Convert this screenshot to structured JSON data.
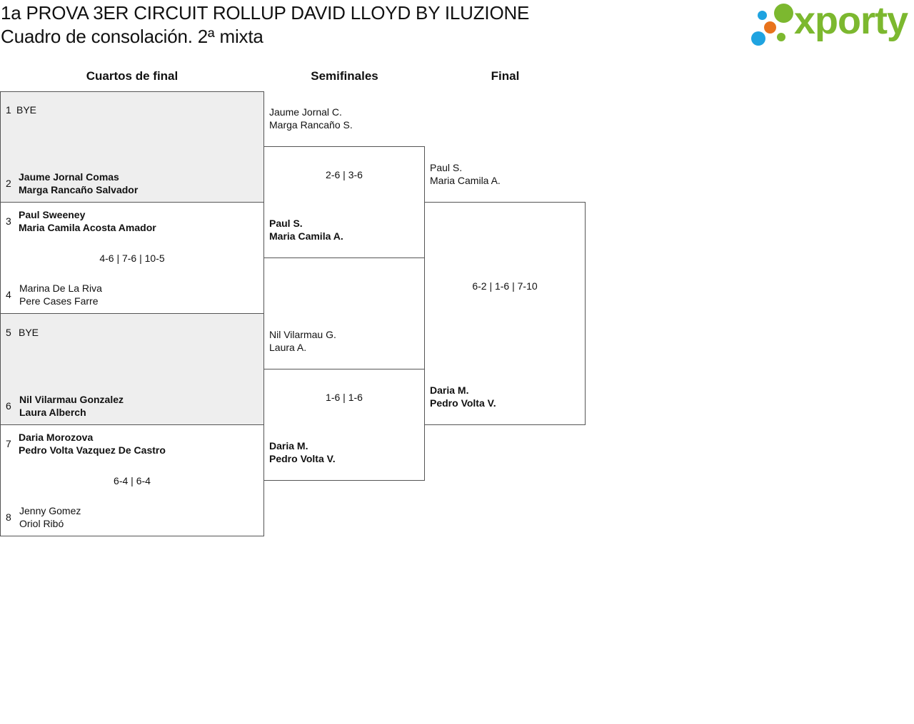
{
  "header": {
    "title": "1a PROVA 3ER CIRCUIT ROLLUP DAVID LLOYD BY ILUZIONE",
    "subtitle": "Cuadro de consolación. 2ª mixta",
    "logo_text": "xporty",
    "logo_colors": {
      "green": "#7cb82f",
      "orange": "#e8731c",
      "blue": "#1fa3e0"
    }
  },
  "columns": {
    "quarterfinals": "Cuartos de final",
    "semifinals": "Semifinales",
    "final": "Final"
  },
  "quarterfinals": [
    {
      "seed_a": "1",
      "team_a": [
        "BYE"
      ],
      "seed_b": "2",
      "team_b": [
        "Jaume Jornal Comas",
        "Marga Rancaño Salvador"
      ],
      "score": ""
    },
    {
      "seed_a": "3",
      "team_a": [
        "Paul Sweeney",
        "Maria Camila Acosta Amador"
      ],
      "seed_b": "4",
      "team_b": [
        "Marina De La Riva",
        "Pere Cases Farre"
      ],
      "score": "4-6 | 7-6 | 10-5"
    },
    {
      "seed_a": "5",
      "team_a": [
        "BYE"
      ],
      "seed_b": "6",
      "team_b": [
        "Nil Vilarmau Gonzalez",
        "Laura Alberch"
      ],
      "score": ""
    },
    {
      "seed_a": "7",
      "team_a": [
        "Daria Morozova",
        "Pedro Volta Vazquez De Castro"
      ],
      "seed_b": "8",
      "team_b": [
        "Jenny Gomez",
        "Oriol Ribó"
      ],
      "score": "6-4 | 6-4"
    }
  ],
  "semifinals": [
    {
      "team_a": [
        "Jaume Jornal C.",
        "Marga Rancaño S."
      ],
      "team_b": [
        "Paul S.",
        "Maria Camila A."
      ],
      "score": "2-6 | 3-6"
    },
    {
      "team_a": [
        "Nil Vilarmau G.",
        "Laura A."
      ],
      "team_b": [
        "Daria M.",
        "Pedro Volta V."
      ],
      "score": "1-6 | 1-6"
    }
  ],
  "final": {
    "team_a": [
      "Paul S.",
      "Maria Camila A."
    ],
    "team_b": [
      "Daria M.",
      "Pedro Volta V."
    ],
    "score": "6-2 | 1-6 | 7-10"
  }
}
